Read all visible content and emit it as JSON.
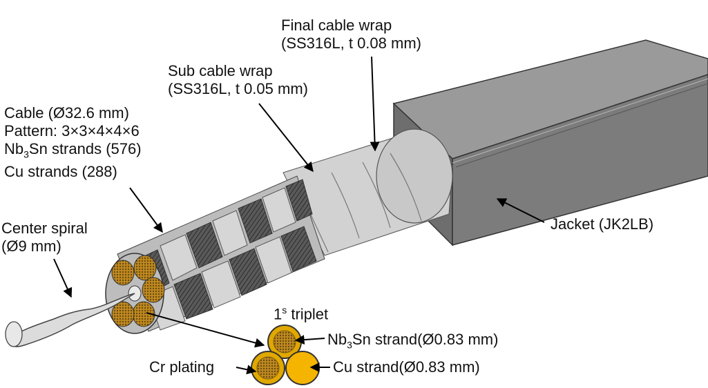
{
  "labels": {
    "final_wrap": {
      "line1": "Final cable wrap",
      "line2": "(SS316L, t 0.08 mm)"
    },
    "sub_wrap": {
      "line1": "Sub cable wrap",
      "line2": "(SS316L, t 0.05 mm)"
    },
    "cable": {
      "line1": "Cable (Ø32.6 mm)",
      "line2": "Pattern: 3×3×4×4×6",
      "line3_pre": "Nb",
      "line3_sub": "3",
      "line3_post": "Sn strands (576)",
      "line4": "Cu strands (288)"
    },
    "center_spiral": {
      "line1": "Center spiral",
      "line2": "(Ø9 mm)"
    },
    "jacket": "Jacket (JK2LB)",
    "triplet": {
      "pre": "1",
      "sup": "s",
      "post": " triplet"
    },
    "nb3sn_strand": {
      "pre": "Nb",
      "sub": "3",
      "post": "Sn strand(Ø0.83 mm)"
    },
    "cu_strand": "Cu strand(Ø0.83 mm)",
    "cr_plating": "Cr plating"
  },
  "colors": {
    "jacket_top": "#9a9a9a",
    "jacket_side": "#7a7a7a",
    "jacket_front": "#6e6e6e",
    "wrap": "#d4d4d4",
    "cable_dark": "#4a4a4a",
    "strand_gold": "#e0a800",
    "cu_gold": "#f5b400"
  }
}
